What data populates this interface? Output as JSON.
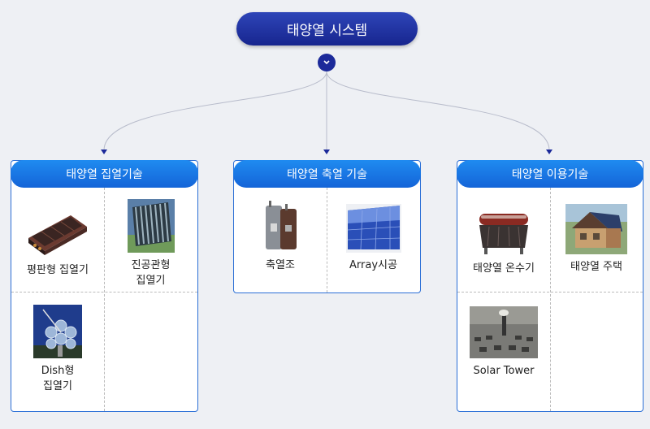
{
  "root": {
    "title": "태양열 시스템"
  },
  "panels": {
    "collect": {
      "title": "태양열 집열기술",
      "items": [
        {
          "label": "평판형 집열기"
        },
        {
          "label": "진공관형\n집열기"
        },
        {
          "label": "Dish형\n집열기"
        }
      ]
    },
    "storage": {
      "title": "태양열 축열 기술",
      "items": [
        {
          "label": "축열조"
        },
        {
          "label": "Array시공"
        }
      ]
    },
    "use": {
      "title": "태양열 이용기술",
      "items": [
        {
          "label": "태양열 온수기"
        },
        {
          "label": "태양열 주택"
        },
        {
          "label": "Solar Tower"
        }
      ]
    }
  },
  "colors": {
    "root_pill": "#1c2a9a",
    "panel_header": "#1a78e6",
    "panel_border": "#2b6fd6",
    "connector": "#b8bccb",
    "arrow": "#1c2a9a"
  }
}
